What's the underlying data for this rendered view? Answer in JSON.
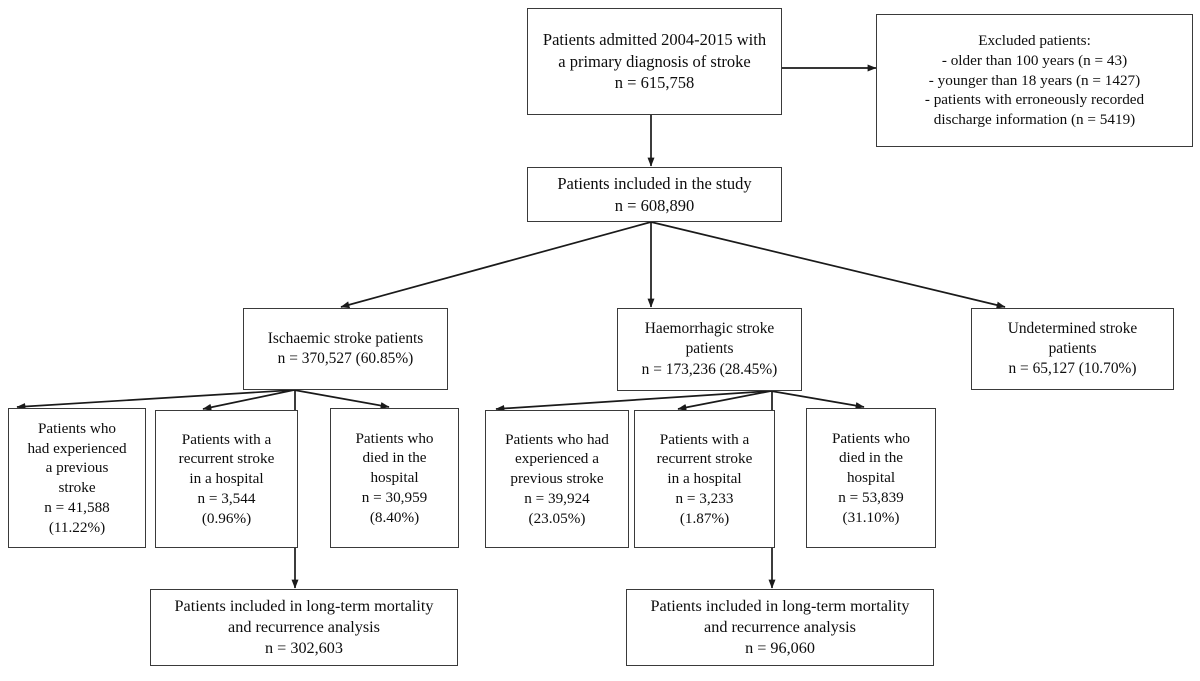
{
  "diagram": {
    "title": "Stroke patient cohort flow diagram",
    "type": "flowchart",
    "background_color": "#ffffff",
    "box_border_color": "#3a3a3a",
    "arrow_color": "#1a1a1a",
    "text_color": "#0d0d0d"
  },
  "nodes": {
    "admitted": {
      "id": "admitted",
      "lines": [
        "Patients admitted 2004-2015 with",
        "a primary diagnosis of stroke",
        "n = 615,758"
      ]
    },
    "excluded": {
      "id": "excluded",
      "lines": [
        "Excluded patients:",
        "- older than 100 years (n = 43)",
        "- younger than 18 years (n = 1427)",
        "- patients with erroneously recorded",
        "discharge information (n = 5419)"
      ]
    },
    "included": {
      "id": "included",
      "lines": [
        "Patients included in the study",
        "n = 608,890"
      ]
    },
    "ischaemic": {
      "id": "ischaemic",
      "lines": [
        "Ischaemic stroke patients",
        "n = 370,527 (60.85%)"
      ]
    },
    "haemorrhagic": {
      "id": "haemorrhagic",
      "lines": [
        "Haemorrhagic stroke",
        "patients",
        "n = 173,236 (28.45%)"
      ]
    },
    "undetermined": {
      "id": "undetermined",
      "lines": [
        "Undetermined stroke",
        "patients",
        "n = 65,127 (10.70%)"
      ]
    },
    "isch_previous": {
      "id": "isch_previous",
      "lines": [
        "Patients who",
        "had experienced",
        "a previous",
        "stroke",
        "n = 41,588",
        "(11.22%)"
      ]
    },
    "isch_recurrent": {
      "id": "isch_recurrent",
      "lines": [
        "Patients with a",
        "recurrent stroke",
        "in a hospital",
        "n = 3,544",
        "(0.96%)"
      ]
    },
    "isch_died": {
      "id": "isch_died",
      "lines": [
        "Patients who",
        "died in the",
        "hospital",
        "n = 30,959",
        "(8.40%)"
      ]
    },
    "haem_previous": {
      "id": "haem_previous",
      "lines": [
        "Patients who had",
        "experienced a",
        "previous stroke",
        "n = 39,924",
        "(23.05%)"
      ]
    },
    "haem_recurrent": {
      "id": "haem_recurrent",
      "lines": [
        "Patients with a",
        "recurrent stroke",
        "in a hospital",
        "n = 3,233",
        "(1.87%)"
      ]
    },
    "haem_died": {
      "id": "haem_died",
      "lines": [
        "Patients who",
        "died in the",
        "hospital",
        "n = 53,839",
        "(31.10%)"
      ]
    },
    "isch_longterm": {
      "id": "isch_longterm",
      "lines": [
        "Patients included in long-term mortality",
        "and recurrence analysis",
        "n = 302,603"
      ]
    },
    "haem_longterm": {
      "id": "haem_longterm",
      "lines": [
        "Patients included in long-term mortality",
        "and recurrence analysis",
        "n = 96,060"
      ]
    }
  },
  "edges": [
    {
      "from": "admitted",
      "to": "excluded",
      "style": "horizontal-arrow"
    },
    {
      "from": "admitted",
      "to": "included",
      "style": "vertical-arrow"
    },
    {
      "from": "included",
      "to": "ischaemic",
      "style": "diagonal-arrow"
    },
    {
      "from": "included",
      "to": "haemorrhagic",
      "style": "vertical-arrow"
    },
    {
      "from": "included",
      "to": "undetermined",
      "style": "diagonal-arrow"
    },
    {
      "from": "ischaemic",
      "to": "isch_previous",
      "style": "diagonal-arrow"
    },
    {
      "from": "ischaemic",
      "to": "isch_recurrent",
      "style": "diagonal-arrow"
    },
    {
      "from": "ischaemic",
      "to": "isch_died",
      "style": "diagonal-arrow"
    },
    {
      "from": "ischaemic",
      "to": "isch_longterm",
      "style": "vertical-arrow"
    },
    {
      "from": "haemorrhagic",
      "to": "haem_previous",
      "style": "diagonal-arrow"
    },
    {
      "from": "haemorrhagic",
      "to": "haem_recurrent",
      "style": "diagonal-arrow"
    },
    {
      "from": "haemorrhagic",
      "to": "haem_died",
      "style": "diagonal-arrow"
    },
    {
      "from": "haemorrhagic",
      "to": "haem_longterm",
      "style": "vertical-arrow"
    }
  ],
  "chart_data": {
    "type": "flow",
    "title": "Stroke patient cohort flow diagram",
    "total_admitted": 615758,
    "excluded": {
      "older_than_100_years": 43,
      "younger_than_18_years": 1427,
      "erroneous_discharge_information": 5419
    },
    "included_in_study": 608890,
    "stroke_types": [
      {
        "name": "Ischaemic stroke patients",
        "n": 370527,
        "percent": 60.85
      },
      {
        "name": "Haemorrhagic stroke patients",
        "n": 173236,
        "percent": 28.45
      },
      {
        "name": "Undetermined stroke patients",
        "n": 65127,
        "percent": 10.7
      }
    ],
    "ischaemic_outcomes": [
      {
        "name": "Patients who had experienced a previous stroke",
        "n": 41588,
        "percent": 11.22
      },
      {
        "name": "Patients with a recurrent stroke in a hospital",
        "n": 3544,
        "percent": 0.96
      },
      {
        "name": "Patients who died in the hospital",
        "n": 30959,
        "percent": 8.4
      }
    ],
    "haemorrhagic_outcomes": [
      {
        "name": "Patients who had experienced a previous stroke",
        "n": 39924,
        "percent": 23.05
      },
      {
        "name": "Patients with a recurrent stroke in a hospital",
        "n": 3233,
        "percent": 1.87
      },
      {
        "name": "Patients who died in the hospital",
        "n": 53839,
        "percent": 31.1
      }
    ],
    "long_term_analysis": [
      {
        "name": "Ischaemic long-term mortality and recurrence analysis",
        "n": 302603
      },
      {
        "name": "Haemorrhagic long-term mortality and recurrence analysis",
        "n": 96060
      }
    ]
  }
}
